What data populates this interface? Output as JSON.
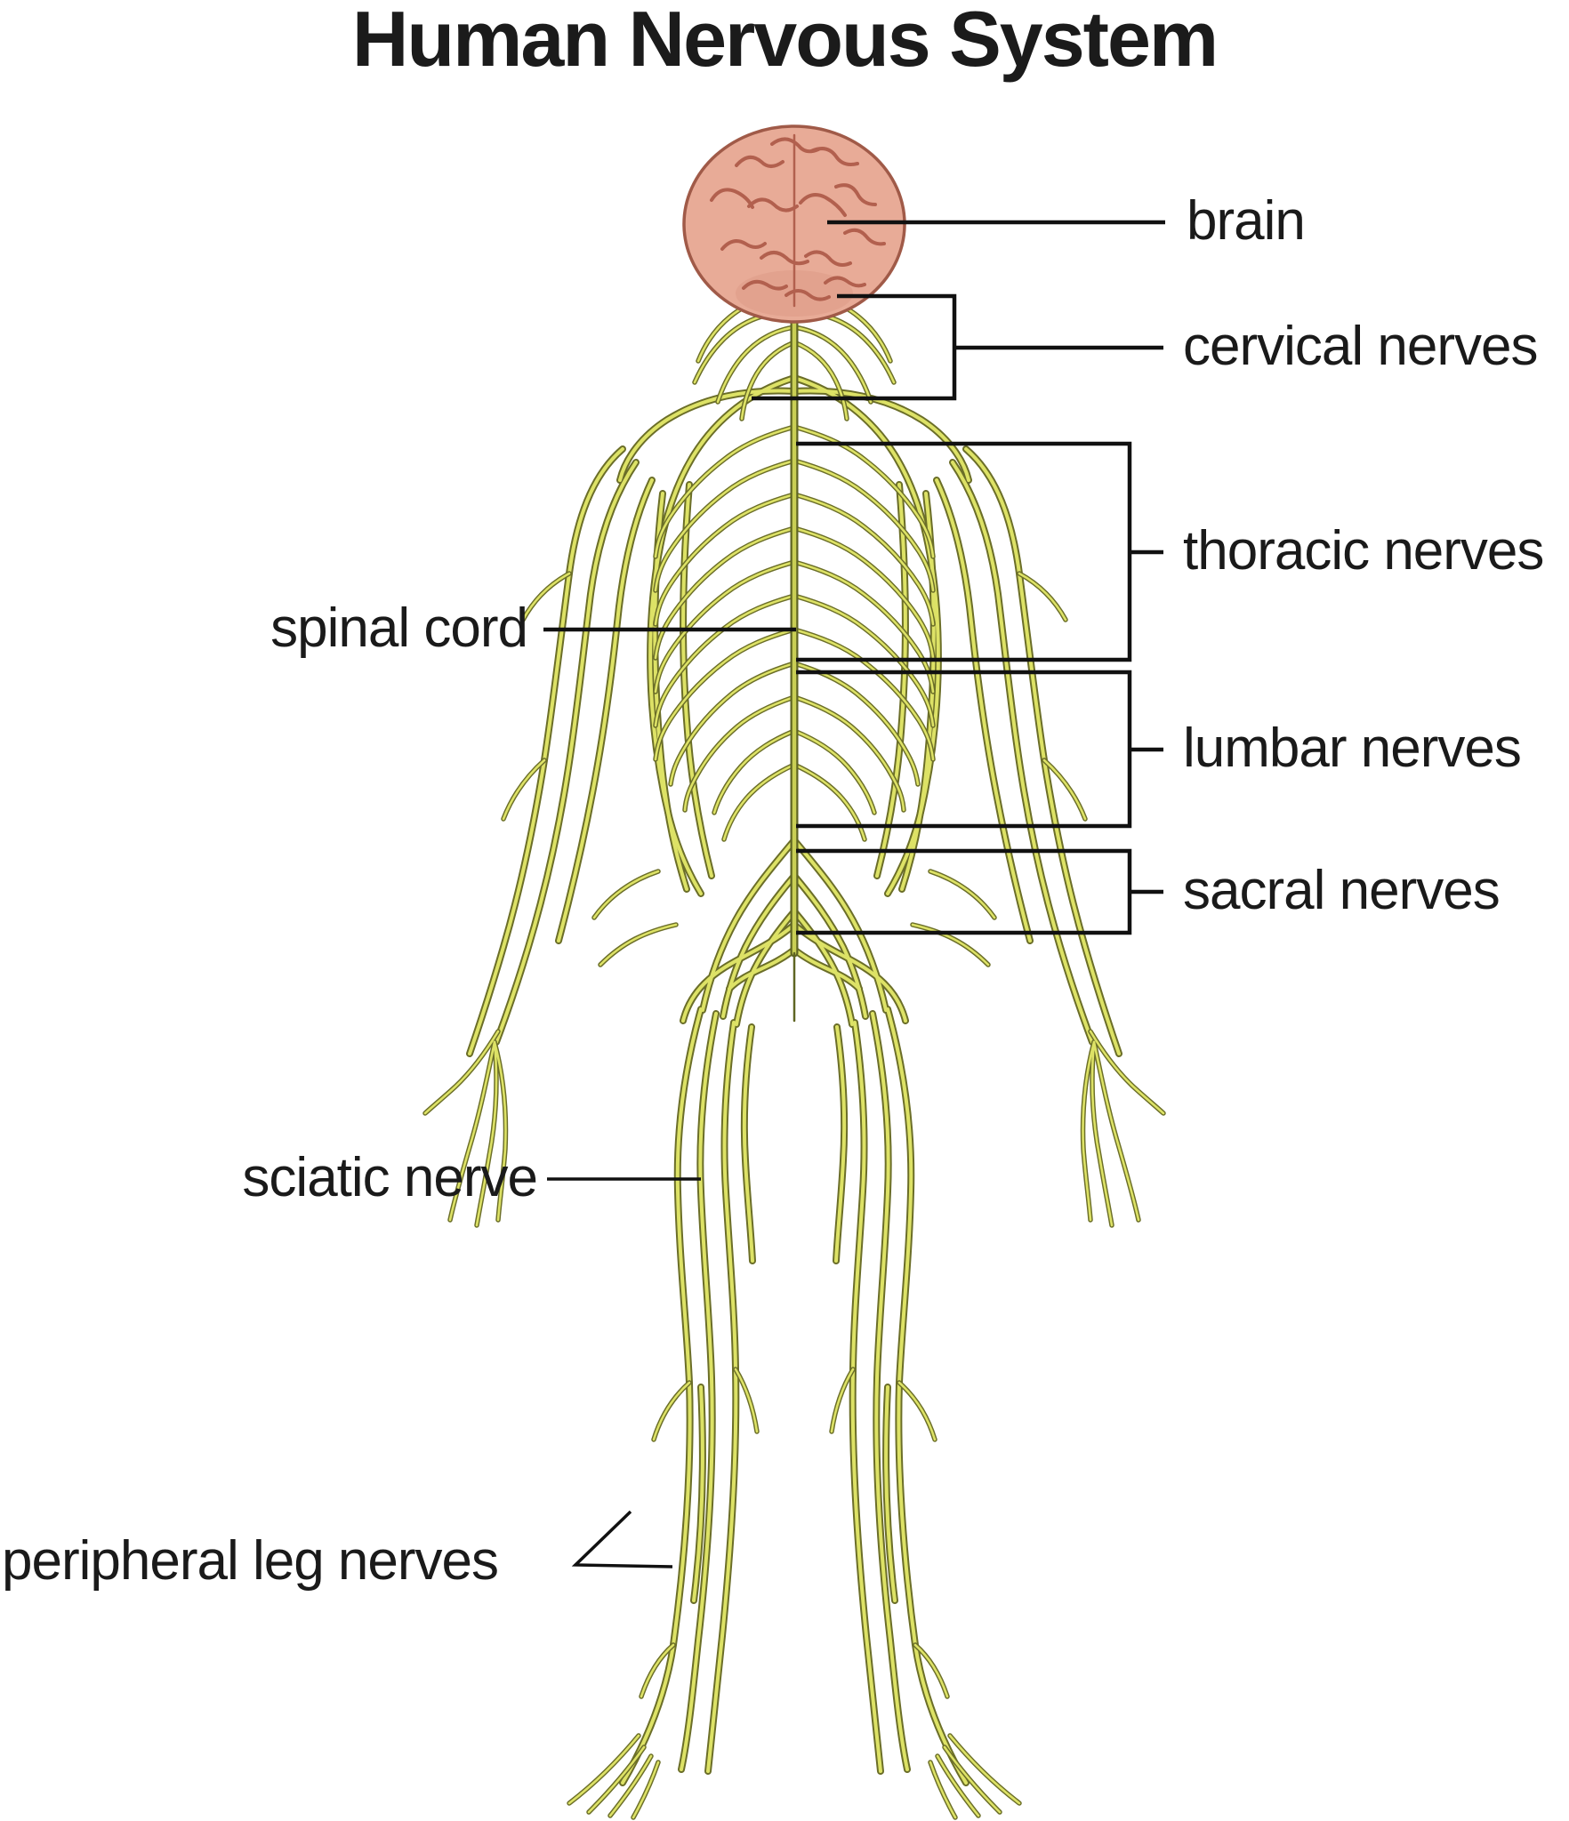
{
  "title": "Human Nervous System",
  "labels": {
    "brain": "brain",
    "cervical_nerves": "cervical nerves",
    "thoracic_nerves": "thoracic nerves",
    "spinal_cord": "spinal cord",
    "lumbar_nerves": "lumbar nerves",
    "sacral_nerves": "sacral nerves",
    "sciatic_nerve": "sciatic nerve",
    "peripheral_leg_nerves": "peripheral leg nerves"
  },
  "colors": {
    "background": "#ffffff",
    "nerve_fill": "#dde266",
    "nerve_outline": "#6b6e28",
    "cord_fill": "#c9cf55",
    "cord_outline": "#5f6523",
    "brain_fill": "#e8ab97",
    "brain_outline": "#a05a48",
    "brain_gyri": "#b2604e",
    "annotation_line": "#111111",
    "label_text": "#1a1a1a"
  },
  "figure_description": "anterior view of human body formed by yellow-green nerve branches with pink brain"
}
